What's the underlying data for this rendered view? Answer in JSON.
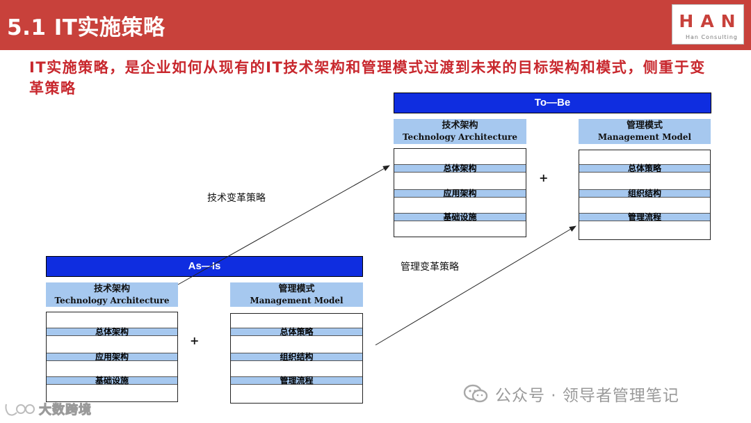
{
  "header": {
    "title": "5.1 IT实施策略",
    "logo_text": "HAN",
    "logo_sub": "Han Consulting"
  },
  "subtitle": "IT实施策略，是企业如何从现有的IT技术架构和管理模式过渡到未来的目标架构和模式，侧重于变革策略",
  "to_be": {
    "band": "To—Be",
    "tech": {
      "cn": "技术架构",
      "en": "Technology Architecture",
      "rows": [
        "总体架构",
        "应用架构",
        "基础设施"
      ]
    },
    "mgmt": {
      "cn": "管理模式",
      "en": "Management Model",
      "rows": [
        "总体策略",
        "组织结构",
        "管理流程"
      ]
    },
    "plus": "+"
  },
  "as_is": {
    "band": "As—Is",
    "tech": {
      "cn": "技术架构",
      "en": "Technology Architecture",
      "rows": [
        "总体架构",
        "应用架构",
        "基础设施"
      ]
    },
    "mgmt": {
      "cn": "管理模式",
      "en": "Management Model",
      "rows": [
        "总体策略",
        "组织结构",
        "管理流程"
      ]
    },
    "plus": "+"
  },
  "labels": {
    "tech_strategy": "技术变革策略",
    "mgmt_strategy": "管理变革策略"
  },
  "watermark": {
    "main": "公众号 · 领导者管理笔记",
    "corner": "大数跨境"
  },
  "colors": {
    "header_red": "#c8413b",
    "subtitle_red": "#c8272d",
    "band_blue": "#0f2de0",
    "light_blue": "#a6c8ef"
  }
}
